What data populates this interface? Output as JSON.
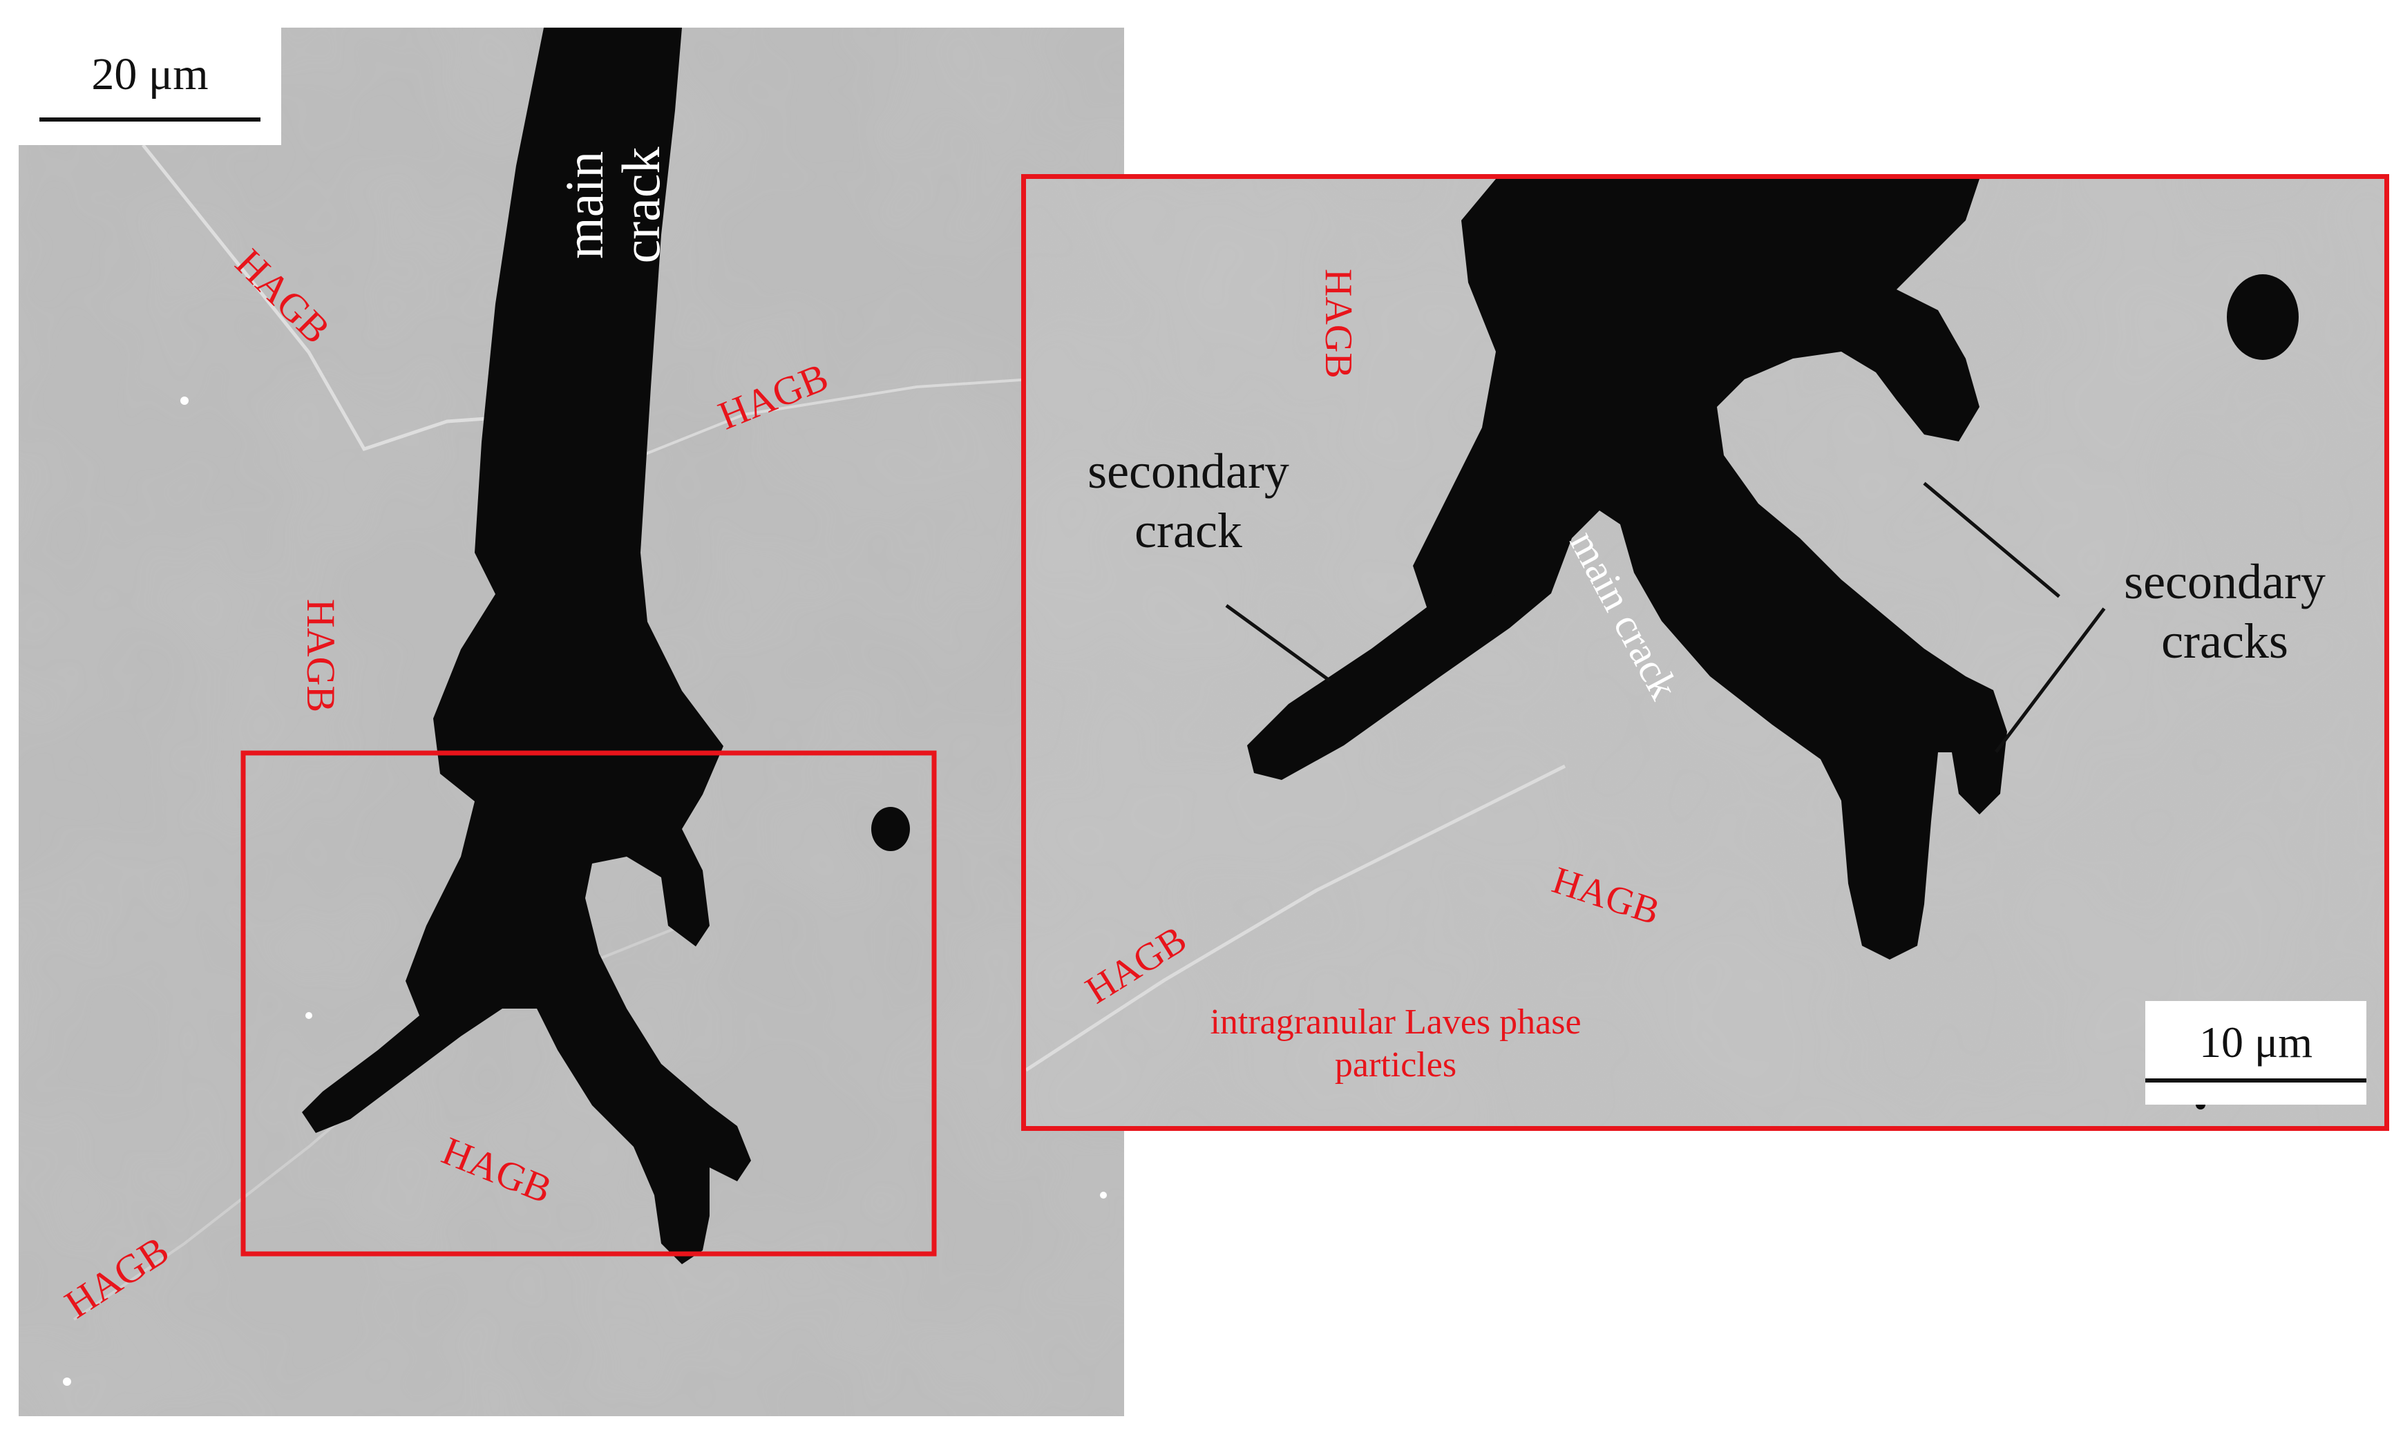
{
  "left_panel": {
    "scale_bar": "20 μm",
    "main_crack": [
      "main",
      "crack"
    ],
    "hagb_labels": [
      "HAGB",
      "HAGB",
      "HAGB",
      "HAGB",
      "HAGB"
    ]
  },
  "right_panel": {
    "scale_bar": "10 μm",
    "main_crack": "main crack",
    "secondary_crack": [
      "secondary",
      "crack"
    ],
    "secondary_cracks": [
      "secondary",
      "cracks"
    ],
    "hagb_labels": [
      "HAGB",
      "HAGB",
      "HAGB"
    ],
    "laves": [
      "intragranular Laves phase",
      "particles"
    ]
  },
  "colors": {
    "annotation_red": "#e8141b",
    "matrix_gray": "#bdbdbd",
    "crack_black": "#0a0a0a"
  }
}
